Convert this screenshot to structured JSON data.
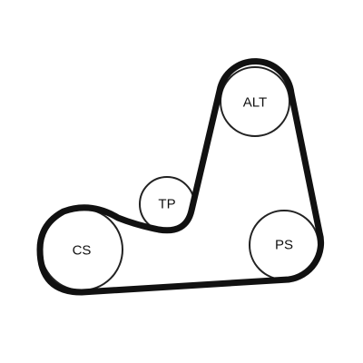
{
  "diagram": {
    "pulleys": {
      "alt": {
        "label": "ALT"
      },
      "tp": {
        "label": "TP"
      },
      "cs": {
        "label": "CS"
      },
      "ps": {
        "label": "PS"
      }
    },
    "colors": {
      "belt": "#111111",
      "pulley_outline": "#222222",
      "background": "#ffffff"
    }
  }
}
